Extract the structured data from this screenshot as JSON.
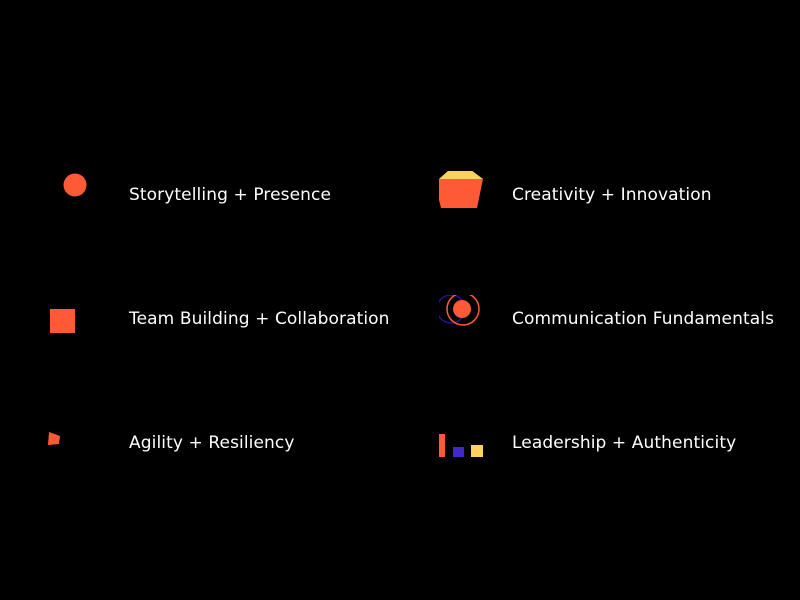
{
  "colors": {
    "background": "#000000",
    "text": "#ffffff",
    "orange": "#ff5a36",
    "yellow": "#ffd25f",
    "navy": "#1f1a8f",
    "purple": "#4427c8"
  },
  "items": [
    {
      "label": "Storytelling + Presence",
      "icon": "circle-icon"
    },
    {
      "label": "Creativity + Innovation",
      "icon": "pentagon-icon"
    },
    {
      "label": "Team Building + Collaboration",
      "icon": "square-icon"
    },
    {
      "label": "Communication Fundamentals",
      "icon": "rings-icon"
    },
    {
      "label": "Agility + Resiliency",
      "icon": "shard-icon"
    },
    {
      "label": "Leadership + Authenticity",
      "icon": "bars-icon"
    }
  ]
}
